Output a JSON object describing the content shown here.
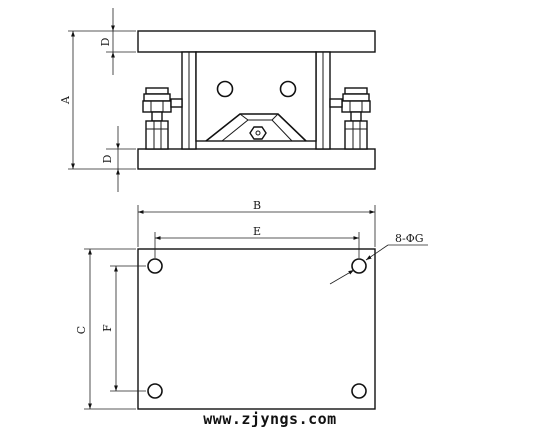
{
  "side_view": {
    "dimension_labels": {
      "overall_height": "A",
      "top_plate_thickness": "D",
      "bottom_plate_thickness": "D"
    }
  },
  "plan_view": {
    "dimension_labels": {
      "plate_length": "B",
      "hole_spacing_length": "E",
      "plate_width": "C",
      "hole_spacing_width": "F",
      "mounting_holes": "8-ΦG"
    }
  },
  "watermark": "www.zjyngs.com"
}
